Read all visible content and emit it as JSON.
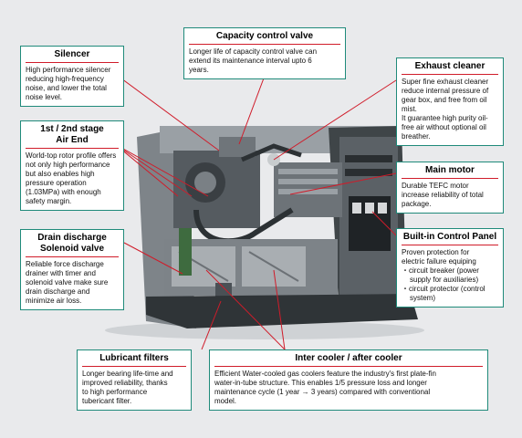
{
  "colors": {
    "background": "#e9eaec",
    "box_border": "#1f8a7a",
    "title_underline": "#d01c2a",
    "leader_line": "#d01c2a",
    "machine_frame": "#4c5256",
    "machine_panel": "#8e9499"
  },
  "callouts": {
    "capacity_valve": {
      "title": "Capacity control valve",
      "lines": [
        "Longer life of capacity control valve can",
        "extend its maintenance interval upto 6",
        "years."
      ]
    },
    "silencer": {
      "title": "Silencer",
      "lines": [
        "High performance silencer",
        "reducing high-frequency",
        "noise, and lower the total",
        "noise level."
      ]
    },
    "air_end": {
      "title_line1": "1st / 2nd stage",
      "title_line2": "Air End",
      "lines": [
        "World-top rotor profile offers",
        "not only high performance",
        "but also enables high",
        "pressure operation",
        "(1.03MPa) with enough",
        "safety margin."
      ]
    },
    "exhaust_cleaner": {
      "title": "Exhaust cleaner",
      "lines": [
        "Super fine exhaust cleaner",
        "reduce internal pressure of",
        "gear box, and free from oil",
        "mist.",
        "It guarantee high purity oil-",
        "free air without optional oil",
        "breather."
      ]
    },
    "main_motor": {
      "title": "Main motor",
      "lines": [
        "Durable TEFC motor",
        "increase reliability of total",
        "package."
      ]
    },
    "control_panel": {
      "title": "Built-in Control Panel",
      "lines": [
        "Proven protection for",
        "electric failure equiping"
      ],
      "bullets": [
        "・circuit breaker (power",
        "supply for auxiliaries)",
        "・circuit protector (control",
        "system)"
      ]
    },
    "drain_valve": {
      "title_line1": "Drain discharge",
      "title_line2": "Solenoid valve",
      "lines": [
        "Reliable force discharge",
        "drainer with timer and",
        "solenoid valve make sure",
        "drain discharge and",
        "minimize air loss."
      ]
    },
    "lubricant_filters": {
      "title": "Lubricant filters",
      "lines": [
        "Longer bearing life-time and",
        "improved reliability, thanks",
        "to high performance",
        "tubericant filter."
      ]
    },
    "inter_cooler": {
      "title": "Inter cooler / after cooler",
      "lines": [
        "Efficient Water-cooled gas coolers feature the industry's first plate-fin",
        "water-in-tube structure. This enables 1/5 pressure loss and longer",
        "maintenance cycle (1 year → 3 years) compared with conventional",
        "model."
      ]
    }
  }
}
